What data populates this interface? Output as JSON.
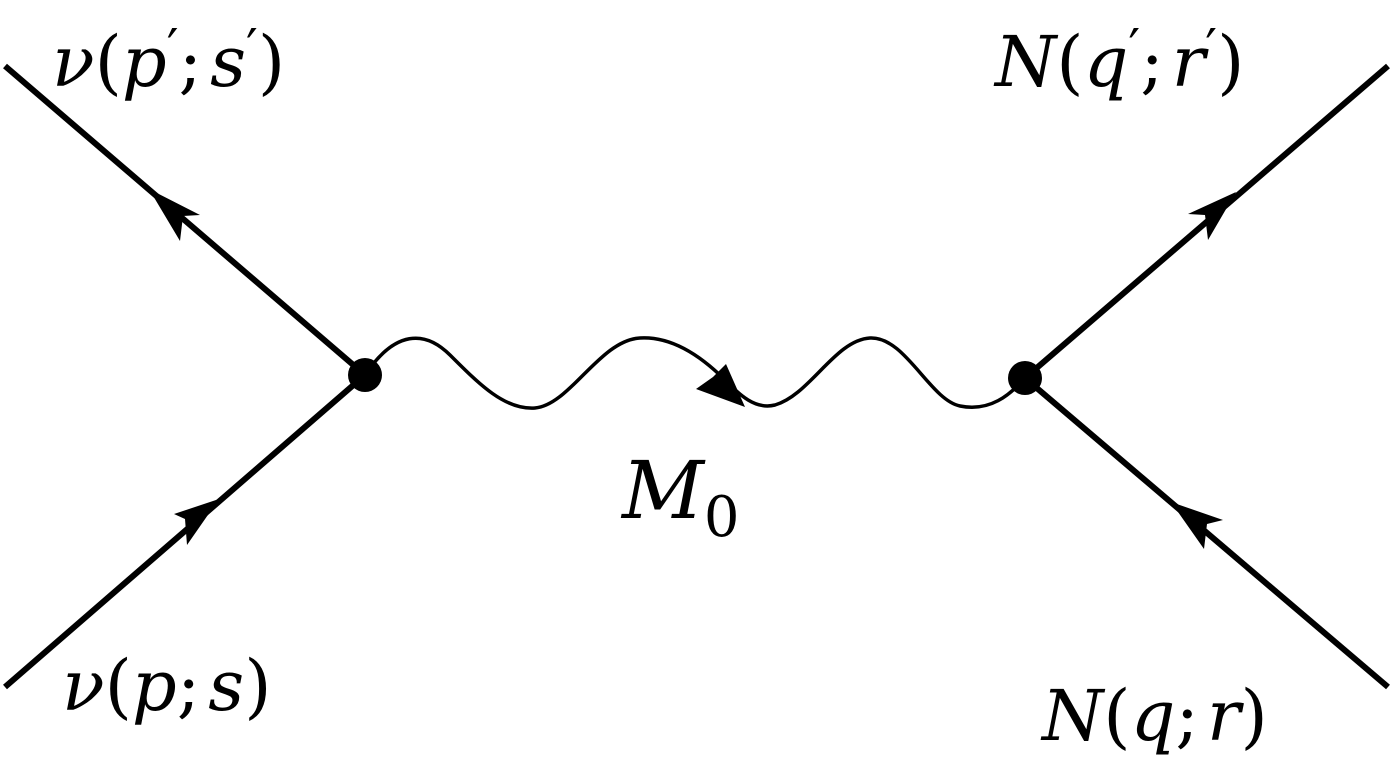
{
  "diagram": {
    "labels": {
      "top_left": {
        "particle": "ν",
        "open": "(",
        "mom": "p",
        "prime1": "′",
        "sep": ";",
        "spin": "s",
        "prime2": "′",
        "close": ")"
      },
      "bottom_left": {
        "particle": "ν",
        "open": "(",
        "mom": "p",
        "sep": ";",
        "spin": "s",
        "close": ")"
      },
      "top_right": {
        "particle": "N",
        "open": "(",
        "mom": "q",
        "prime1": "′",
        "sep": ";",
        "spin": "r",
        "prime2": "′",
        "close": ")"
      },
      "bottom_right": {
        "particle": "N",
        "open": "(",
        "mom": "q",
        "sep": ";",
        "spin": "r",
        "close": ")"
      },
      "propagator": {
        "symbol": "M",
        "subscript": "0"
      }
    },
    "colors": {
      "ink": "#000000",
      "background": "#ffffff"
    }
  }
}
